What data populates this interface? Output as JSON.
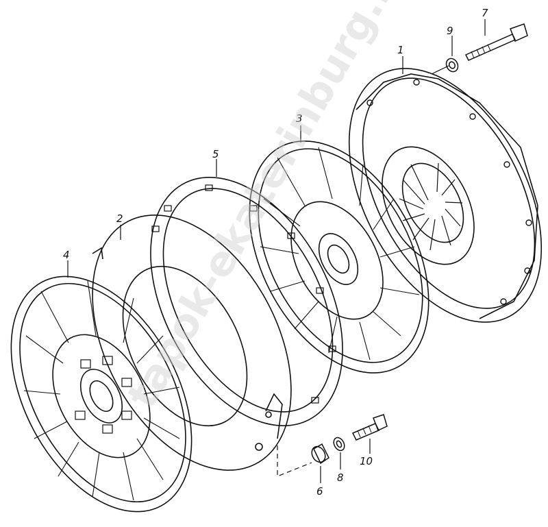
{
  "diagram": {
    "callouts": [
      {
        "id": "p1",
        "label": "1"
      },
      {
        "id": "p2",
        "label": "2"
      },
      {
        "id": "p3",
        "label": "3"
      },
      {
        "id": "p4",
        "label": "4"
      },
      {
        "id": "p5",
        "label": "5"
      },
      {
        "id": "p6",
        "label": "6"
      },
      {
        "id": "p7",
        "label": "7"
      },
      {
        "id": "p8",
        "label": "8"
      },
      {
        "id": "p9",
        "label": "9"
      },
      {
        "id": "p10",
        "label": "10"
      }
    ],
    "watermark": "tapok-ekaterinburg.ru",
    "colors": {
      "line": "#111111",
      "watermark": "#cfcfcf",
      "background": "#ffffff"
    }
  }
}
